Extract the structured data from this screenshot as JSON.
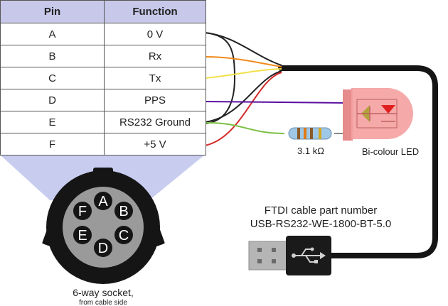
{
  "table": {
    "headers": {
      "pin": "Pin",
      "function": "Function"
    },
    "rows": [
      {
        "pin": "A",
        "function": "0 V"
      },
      {
        "pin": "B",
        "function": "Rx"
      },
      {
        "pin": "C",
        "function": "Tx"
      },
      {
        "pin": "D",
        "function": "PPS"
      },
      {
        "pin": "E",
        "function": "RS232 Ground"
      },
      {
        "pin": "F",
        "function": "+5 V"
      }
    ]
  },
  "socket": {
    "pins": [
      "A",
      "B",
      "C",
      "D",
      "E",
      "F"
    ],
    "caption_line1": "6-way socket,",
    "caption_line2": "from cable side"
  },
  "resistor": {
    "label": "3.1 kΩ"
  },
  "led": {
    "label": "Bi-colour LED"
  },
  "cable": {
    "caption_line1": "FTDI cable part number",
    "caption_line2": "USB-RS232-WE-1800-BT-5.0"
  },
  "colors": {
    "wire_black": "#222222",
    "wire_orange": "#f08a1c",
    "wire_yellow": "#f2e14a",
    "wire_purple": "#5a0fa0",
    "wire_green": "#7bc043",
    "wire_red": "#d42a2a",
    "led_body": "#f4a0a0",
    "table_header": "#c8c8ea",
    "socket_shade": "#c8cdf0"
  }
}
